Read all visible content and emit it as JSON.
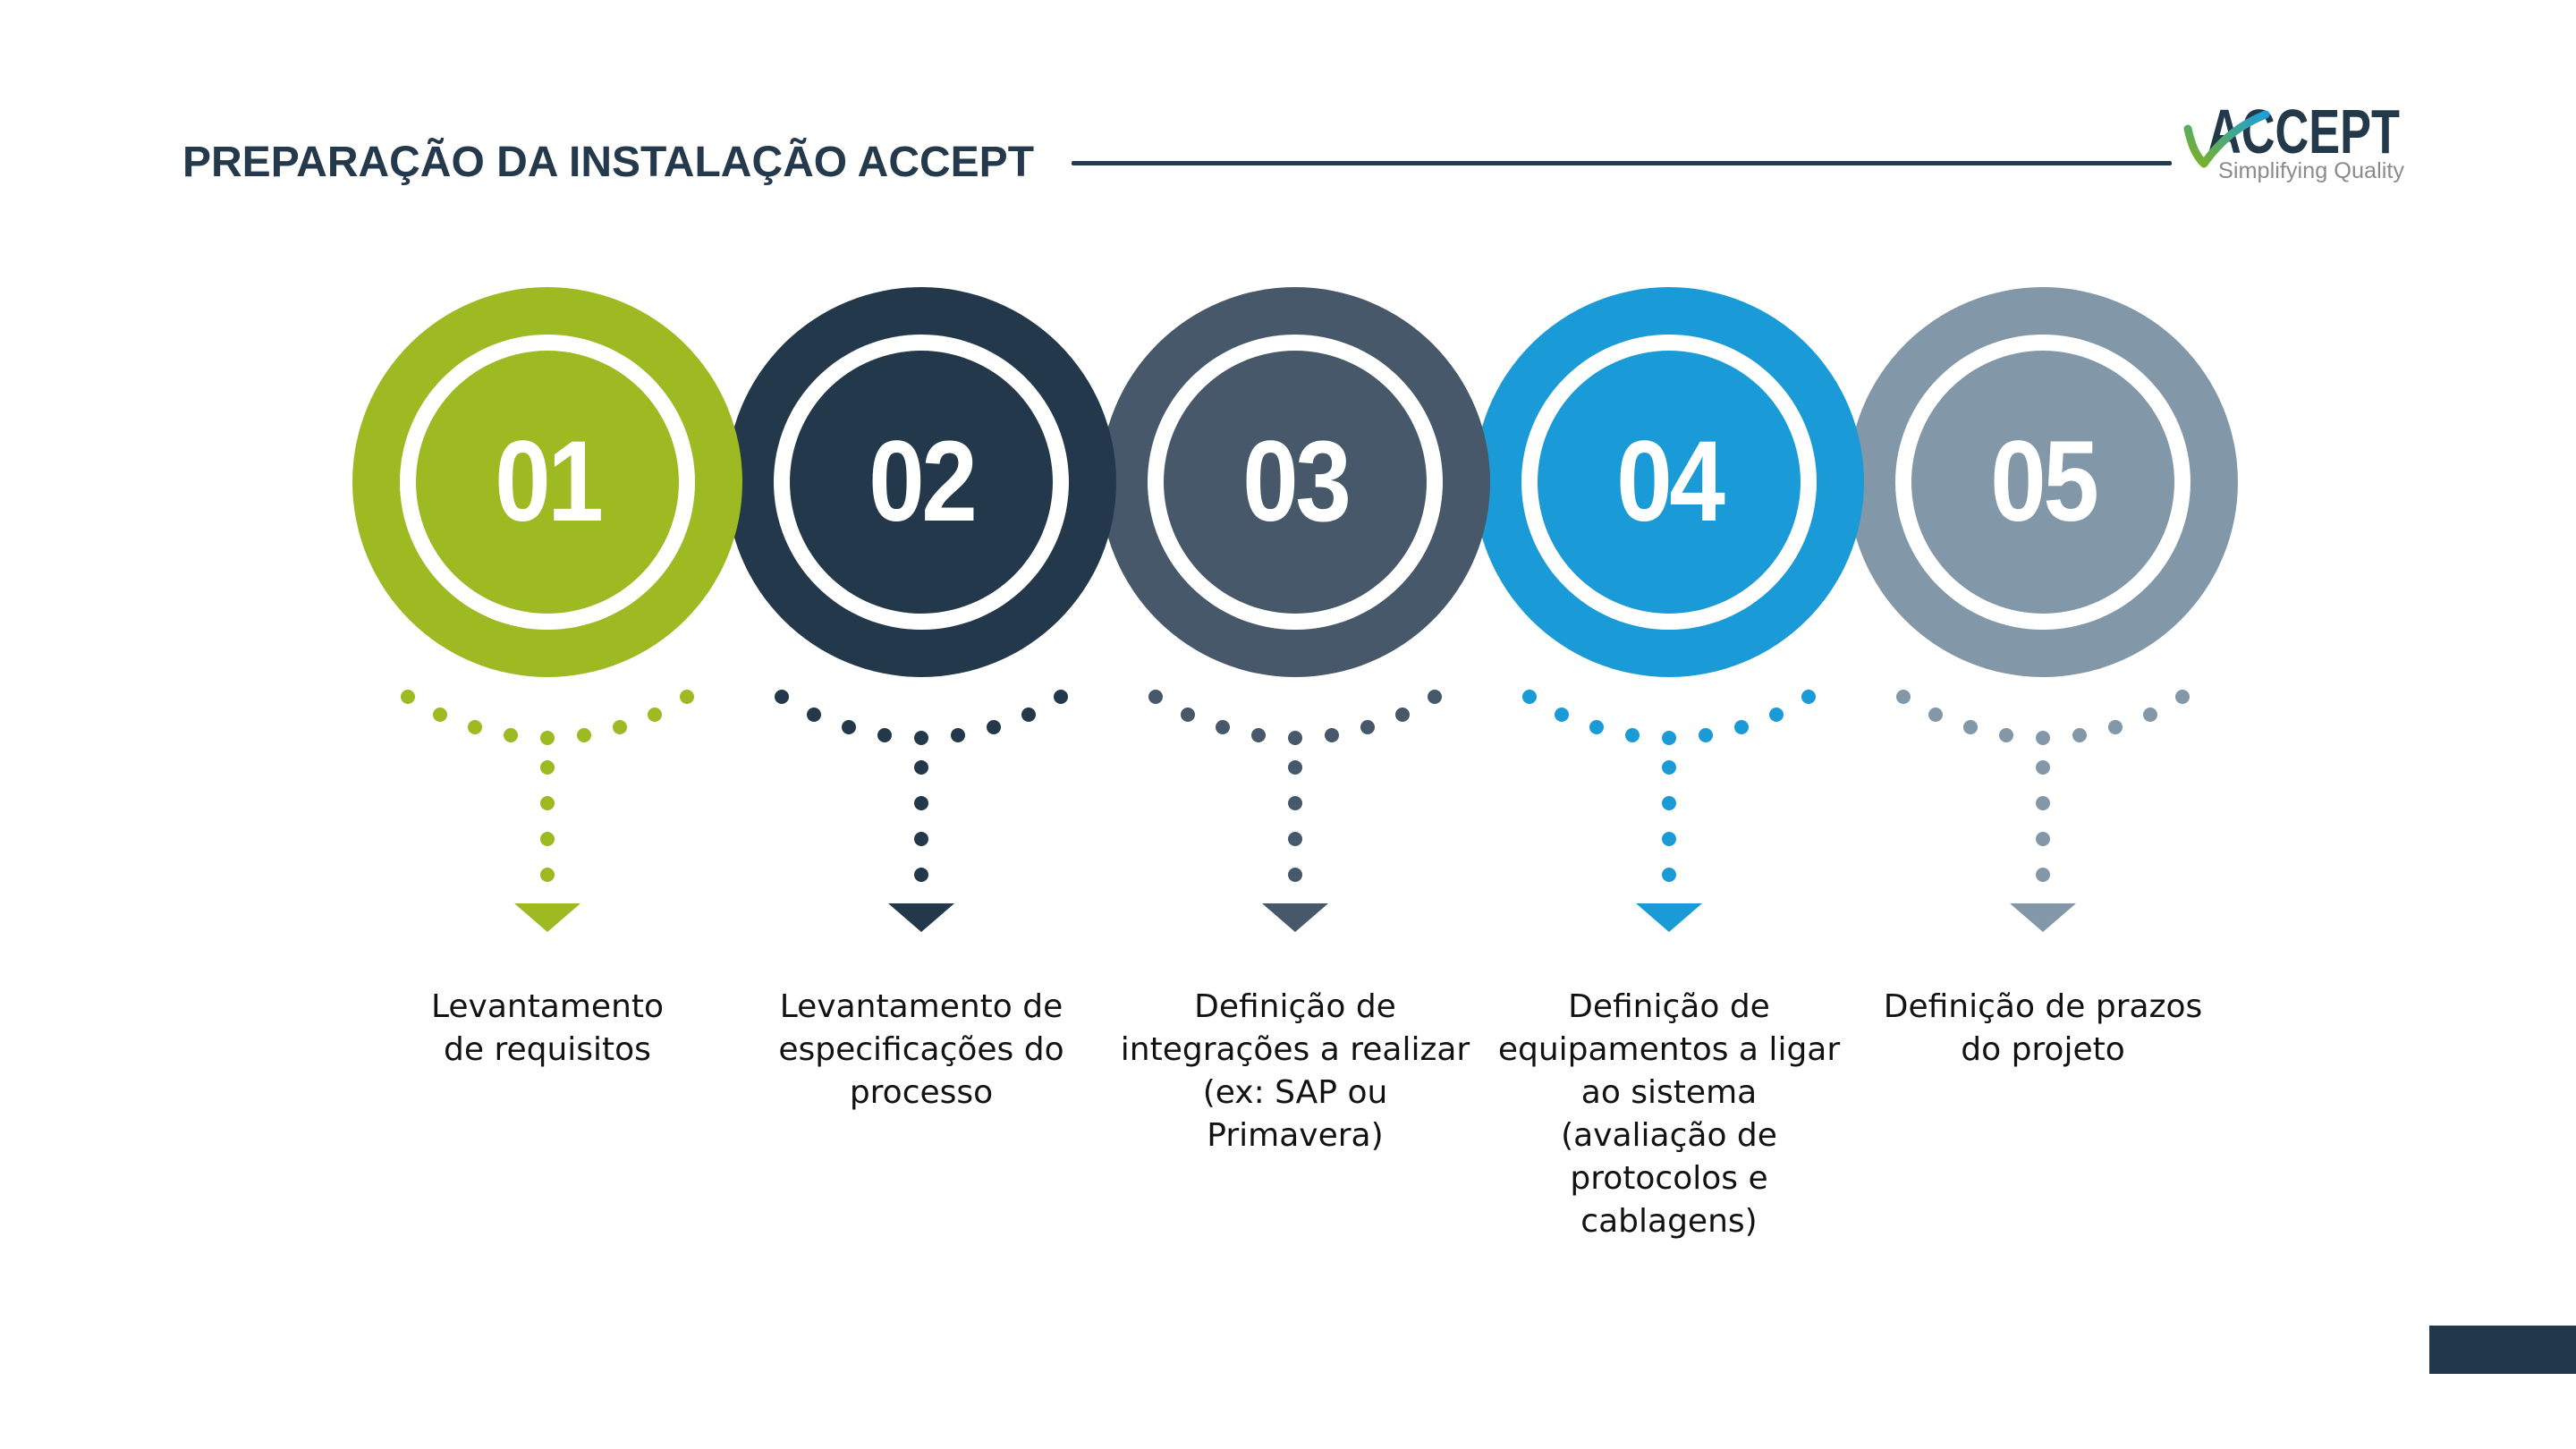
{
  "page": {
    "background": "#ffffff"
  },
  "header": {
    "title": "PREPARAÇÃO DA INSTALAÇÃO ACCEPT",
    "title_color": "#24394b",
    "divider_color": "#24394b"
  },
  "logo": {
    "wordmark": "ACCEPT",
    "tagline": "Simplifying Quality",
    "text_color": "#233949",
    "tagline_color": "#8b8b8b",
    "check_gradient_start": "#7fb21c",
    "check_gradient_end": "#1d9ed9"
  },
  "steps": [
    {
      "number": "01",
      "color": "#9dba23",
      "label": "Levantamento\nde requisitos"
    },
    {
      "number": "02",
      "color": "#23394b",
      "label": "Levantamento de\nespecificações do\nprocesso"
    },
    {
      "number": "03",
      "color": "#46586a",
      "label": "Definição de\nintegrações a realizar\n(ex: SAP ou\nPrimavera)"
    },
    {
      "number": "04",
      "color": "#1a9bd7",
      "label": "Definição de\nequipamentos a ligar\nao sistema\n(avaliação de\nprotocolos e\ncablagens)"
    },
    {
      "number": "05",
      "color": "#8298a9",
      "label": "Definição de prazos\ndo projeto"
    }
  ],
  "corner_accent_color": "#22384a"
}
